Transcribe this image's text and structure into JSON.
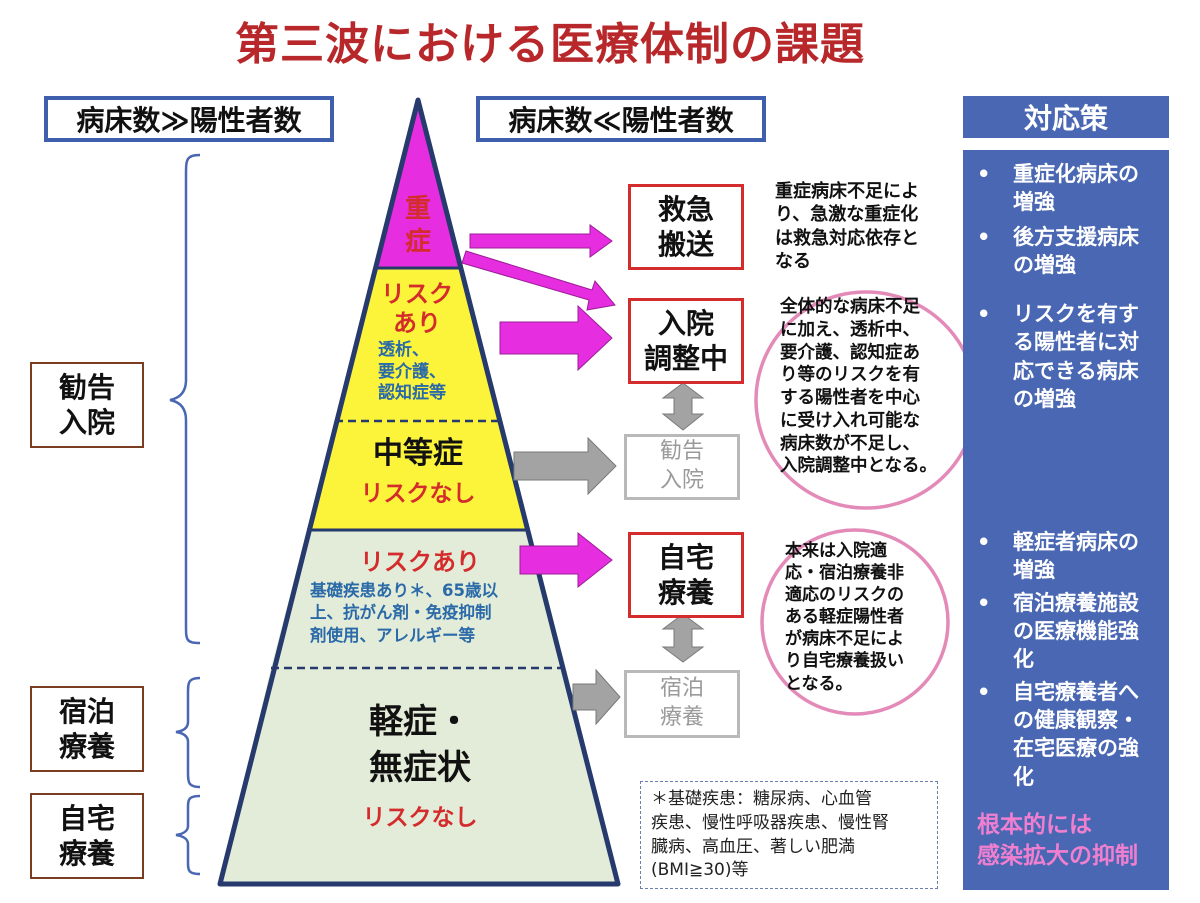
{
  "title": "第三波における医療体制の課題",
  "headers": {
    "left": "病床数≫陽性者数",
    "middle": "病床数≪陽性者数",
    "right": "対応策"
  },
  "left_labels": [
    {
      "text": "勧告\n入院"
    },
    {
      "text": "宿泊\n療養"
    },
    {
      "text": "自宅\n療養"
    }
  ],
  "pyramid": {
    "severe": "重\n症",
    "risk_upper": {
      "title": "リスク\nあり",
      "detail": "透析、\n要介護、\n認知症等"
    },
    "moderate": {
      "title": "中等症",
      "sub": "リスクなし"
    },
    "risk_lower": {
      "title": "リスクあり",
      "detail": "基礎疾患あり＊、65歳以\n上、抗がん剤・免疫抑制\n剤使用、アレルギー等"
    },
    "mild": {
      "title": "軽症・\n無症状",
      "sub": "リスクなし"
    }
  },
  "boxes": {
    "emergency": "救急\n搬送",
    "admission": "入院\n調整中",
    "recommend": "勧告\n入院",
    "home": "自宅\n療養",
    "hotel": "宿泊\n療養"
  },
  "notes": {
    "emergency": "重症病床不足によ\nり、急激な重症化\nは救急対応依存と\nなる",
    "admission": "全体的な病床不足\nに加え、透析中、\n要介護、認知症あ\nり等のリスクを有\nする陽性者を中心\nに受け入れ可能な\n病床数が不足し、\n入院調整中となる。",
    "home": "本来は入院適\n応・宿泊療養非\n適応のリスクの\nある軽症陽性者\nが病床不足によ\nり自宅療養扱い\nとなる。"
  },
  "footnote": "＊基礎疾患：糖尿病、心血管\n疾患、慢性呼吸器疾患、慢性腎\n臓病、高血圧、著しい肥満\n(BMI≧30)等",
  "measures": {
    "group1": [
      "重症化病床の\n増強",
      "後方支援病床\nの増強"
    ],
    "group2": [
      "リスクを有す\nる陽性者に対\n応できる病床\nの増強"
    ],
    "group3": [
      "軽症者病床の\n増強",
      "宿泊療養施設\nの医療機能強\n化",
      "自宅療養者へ\nの健康観察・\n在宅医療の強\n化"
    ],
    "conclusion": "根本的には\n感染拡大の抑制"
  },
  "colors": {
    "title_red": "#b8282b",
    "magenta": "#e62de0",
    "yellow": "#fbf43a",
    "pale_green": "#e3ecd9",
    "navy": "#263a6d",
    "panel_blue": "#4a67b3",
    "pink_circle": "#e48ab8",
    "conclusion_pink": "#f07fd0"
  }
}
